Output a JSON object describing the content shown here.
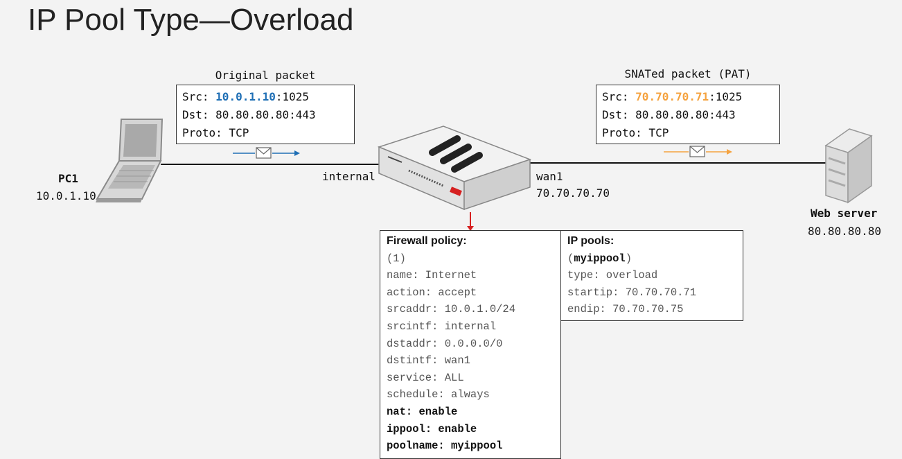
{
  "title": "IP Pool Type—Overload",
  "pc": {
    "name": "PC1",
    "ip": "10.0.1.10"
  },
  "server": {
    "name": "Web server",
    "ip": "80.80.80.80"
  },
  "firewall": {
    "internal_label": "internal",
    "wan_label": "wan1",
    "wan_ip": "70.70.70.70"
  },
  "original_packet": {
    "caption": "Original packet",
    "src_prefix": "Src: ",
    "src_ip": "10.0.1.10",
    "src_port": ":1025",
    "dst": "Dst: 80.80.80.80:443",
    "proto": "Proto: TCP",
    "color": "#1f6fb5"
  },
  "snat_packet": {
    "caption": "SNATed packet (PAT)",
    "src_prefix": "Src: ",
    "src_ip": "70.70.70.71",
    "src_port": ":1025",
    "dst": "Dst: 80.80.80.80:443",
    "proto": "Proto: TCP",
    "color": "#f5a340"
  },
  "policy": {
    "heading": "Firewall policy:",
    "lines": [
      "(1)",
      "name: Internet",
      "action: accept",
      "srcaddr: 10.0.1.0/24",
      "srcintf: internal",
      "dstaddr: 0.0.0.0/0",
      "dstintf: wan1",
      "service: ALL",
      "schedule: always"
    ],
    "bold_lines": [
      {
        "key": "nat",
        "value": ": enable"
      },
      {
        "key": "ippool",
        "value": ": enable"
      },
      {
        "key": "poolname",
        "value": ": myippool"
      }
    ]
  },
  "ippools": {
    "heading": "IP pools:",
    "pool_open": "(",
    "pool_name": "myippool",
    "pool_close": ")",
    "lines": [
      "type: overload",
      "startip: 70.70.70.71",
      "endip: 70.70.70.75"
    ]
  }
}
